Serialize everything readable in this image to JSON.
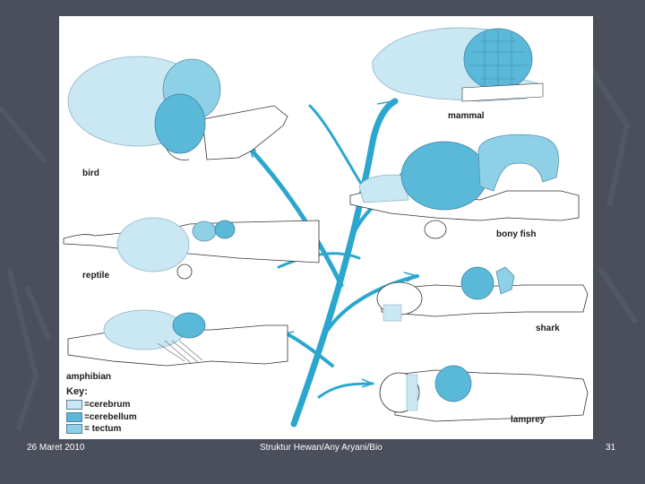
{
  "colors": {
    "background": "#4b4f5c",
    "cerebrum": "#c9e8f3",
    "cerebellum": "#5ab8d8",
    "tectum": "#8ed0e6",
    "tree": "#2ba7cf"
  },
  "labels": {
    "bird": "bird",
    "mammal": "mammal",
    "bony_fish": "bony fish",
    "reptile": "reptile",
    "shark": "shark",
    "amphibian": "amphibian",
    "lamprey": "lamprey"
  },
  "key": {
    "title": "Key:",
    "items": [
      {
        "label": "=cerebrum",
        "color": "#c9e8f3"
      },
      {
        "label": "=cerebellum",
        "color": "#5ab8d8"
      },
      {
        "label": "= tectum",
        "color": "#8ed0e6"
      }
    ]
  },
  "footer": {
    "date": "26 Maret 2010",
    "source": "Struktur Hewan/Any Aryani/Bio",
    "page": "31"
  }
}
